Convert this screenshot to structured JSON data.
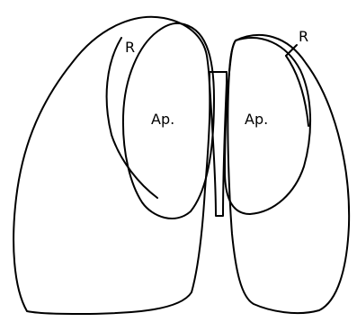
{
  "labels": {
    "left_region": "R",
    "right_region": "R",
    "left_apothecium": "Ap.",
    "right_apothecium": "Ap."
  }
}
